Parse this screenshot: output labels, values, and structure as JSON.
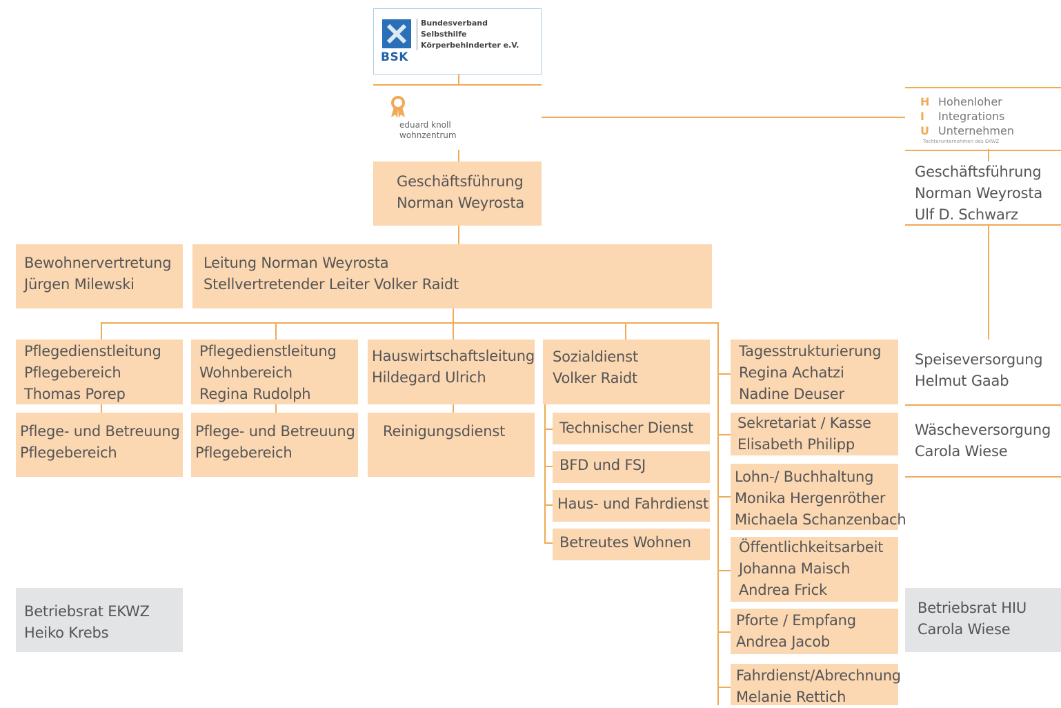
{
  "logos": {
    "bsk": {
      "name_lines": [
        "Bundesverband",
        "Selbsthilfe",
        "Körperbehinderter e.V."
      ],
      "abbr": "BSK"
    },
    "ekwz": {
      "lines": [
        "eduard knoll",
        "wohnzentrum"
      ]
    },
    "hiu": {
      "letters": [
        "H",
        "I",
        "U"
      ],
      "words": [
        "Hohenloher",
        "Integrations",
        "Unternehmen"
      ],
      "subline": "Tochterunternehmen des EKWZ"
    }
  },
  "boxes": {
    "gf_ekwz": [
      "Geschäftsführung",
      "Norman Weyrosta"
    ],
    "gf_hiu": [
      "Geschäftsführung",
      "Norman Weyrosta",
      "Ulf D. Schwarz"
    ],
    "bewohnervertretung": [
      "Bewohnervertretung",
      "Jürgen Milewski"
    ],
    "leitung": [
      "Leitung Norman Weyrosta",
      "Stellvertretender Leiter Volker Raidt"
    ],
    "pdl_pflege": [
      "Pflegedienstleitung",
      "Pflegebereich",
      "Thomas Porep"
    ],
    "pdl_wohn": [
      "Pflegedienstleitung",
      "Wohnbereich",
      "Regina Rudolph"
    ],
    "hauswirtschaft": [
      "Hauswirtschaftsleitung",
      "Hildegard Ulrich"
    ],
    "sozialdienst": [
      "Sozialdienst",
      "Volker Raidt"
    ],
    "pflege_betreuung_1": [
      "Pflege- und Betreuung",
      "Pflegebereich"
    ],
    "pflege_betreuung_2": [
      "Pflege- und Betreuung",
      "Pflegebereich"
    ],
    "reinigung": [
      "Reinigungsdienst"
    ],
    "technischer_dienst": [
      "Technischer Dienst"
    ],
    "bfd_fsj": [
      "BFD und FSJ"
    ],
    "haus_fahrdienst": [
      "Haus- und Fahrdienst"
    ],
    "betreutes_wohnen": [
      "Betreutes Wohnen"
    ],
    "tagesstrukturierung": [
      "Tagesstrukturierung",
      "Regina Achatzi",
      "Nadine Deuser"
    ],
    "sekretariat": [
      "Sekretariat / Kasse",
      "Elisabeth Philipp"
    ],
    "lohn": [
      "Lohn-/ Buchhaltung",
      "Monika Hergenröther",
      "Michaela Schanzenbach"
    ],
    "oeffentlichkeit": [
      "Öffentlichkeitsarbeit",
      "Johanna Maisch",
      "Andrea Frick"
    ],
    "pforte": [
      "Pforte / Empfang",
      "Andrea Jacob"
    ],
    "fahrdienst_abrechnung": [
      "Fahrdienst/Abrechnung",
      "Melanie Rettich"
    ],
    "speiseversorgung": [
      "Speiseversorgung",
      "Helmut Gaab"
    ],
    "waescheversorgung": [
      "Wäscheversorgung",
      "Carola Wiese"
    ],
    "betriebsrat_ekwz": [
      "Betriebsrat EKWZ",
      "Heiko Krebs"
    ],
    "betriebsrat_hiu": [
      "Betriebsrat HIU",
      "Carola Wiese"
    ]
  },
  "colors": {
    "box_fill": "#fbd7b2",
    "connector": "#f0a955",
    "council_fill": "#e3e4e6",
    "text": "#555555",
    "bsk_blue": "#2a6fb7"
  }
}
